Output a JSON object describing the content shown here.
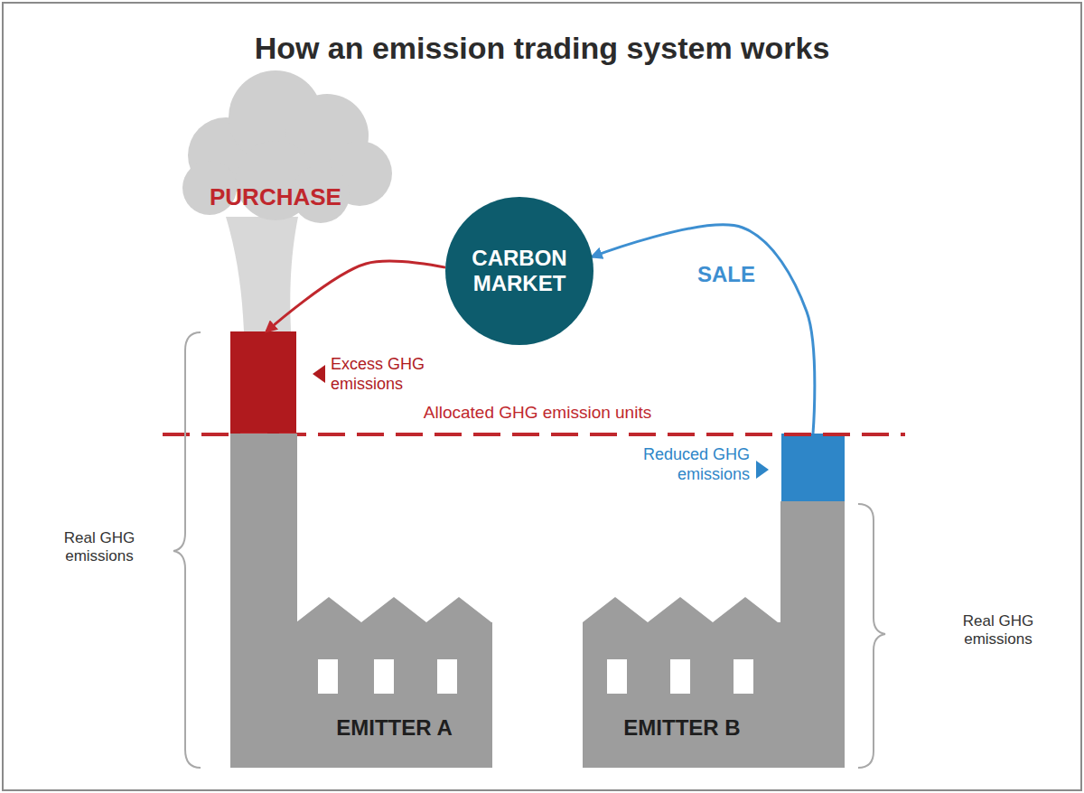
{
  "diagram": {
    "title": "How an emission trading system works",
    "nodes": [
      {
        "text": [
          "CARBON MARKET"
        ]
      },
      {
        "text": [
          "EMITTER A"
        ]
      },
      {
        "text": [
          "EMITTER B"
        ]
      }
    ],
    "edges": [
      {
        "from": 0,
        "to": 1,
        "arrow": "to",
        "label": "PURCHASE"
      },
      {
        "from": 2,
        "to": 0,
        "arrow": "to",
        "label": "SALE"
      }
    ],
    "labels": [
      "Excess GHG emissions",
      "Allocated GHG emission units",
      "Reduced GHG emissions",
      "Real GHG emissions",
      "Real GHG emissions"
    ]
  }
}
